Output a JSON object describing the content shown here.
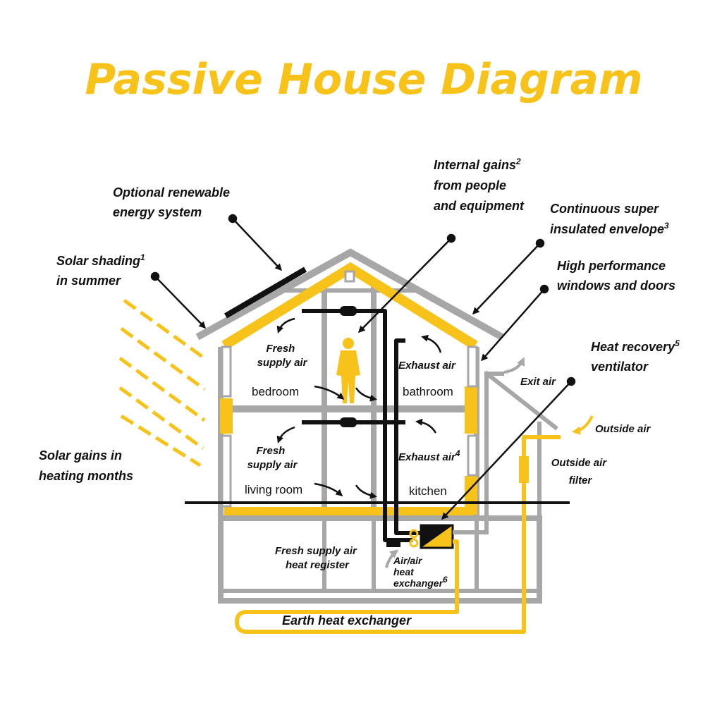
{
  "title": "Passive House Diagram",
  "labels": {
    "renewable": [
      "Optional renewable",
      "energy system"
    ],
    "solar_shading": [
      "Solar shading",
      "in summer"
    ],
    "solar_shading_note": "1",
    "solar_gains": [
      "Solar gains in",
      "heating months"
    ],
    "internal_gains": [
      "Internal gains",
      "from people",
      "and equipment"
    ],
    "internal_gains_note": "2",
    "envelope": [
      "Continuous super",
      "insulated envelope"
    ],
    "envelope_note": "3",
    "windows": [
      "High performance",
      "windows and doors"
    ],
    "hrv": [
      "Heat recovery",
      "ventilator"
    ],
    "hrv_note": "5",
    "exit_air": "Exit air",
    "outside_air": "Outside air",
    "outside_air_filter": [
      "Outside air",
      "filter"
    ],
    "fresh_supply_upper": [
      "Fresh",
      "supply air"
    ],
    "fresh_supply_lower": [
      "Fresh",
      "supply air"
    ],
    "exhaust_upper": "Exhaust air",
    "exhaust_lower": "Exhaust air",
    "exhaust_lower_note": "4",
    "fresh_register": [
      "Fresh supply air",
      "heat register"
    ],
    "air_exchanger": [
      "Air/air",
      "heat",
      "exchanger"
    ],
    "air_exchanger_note": "6",
    "earth_exchanger": "Earth heat exchanger"
  },
  "rooms": {
    "bedroom": "bedroom",
    "bathroom": "bathroom",
    "living_room": "living room",
    "kitchen": "kitchen"
  },
  "colors": {
    "accent": "#f7c21a",
    "structure": "#a7a7a7",
    "ink": "#111111"
  }
}
